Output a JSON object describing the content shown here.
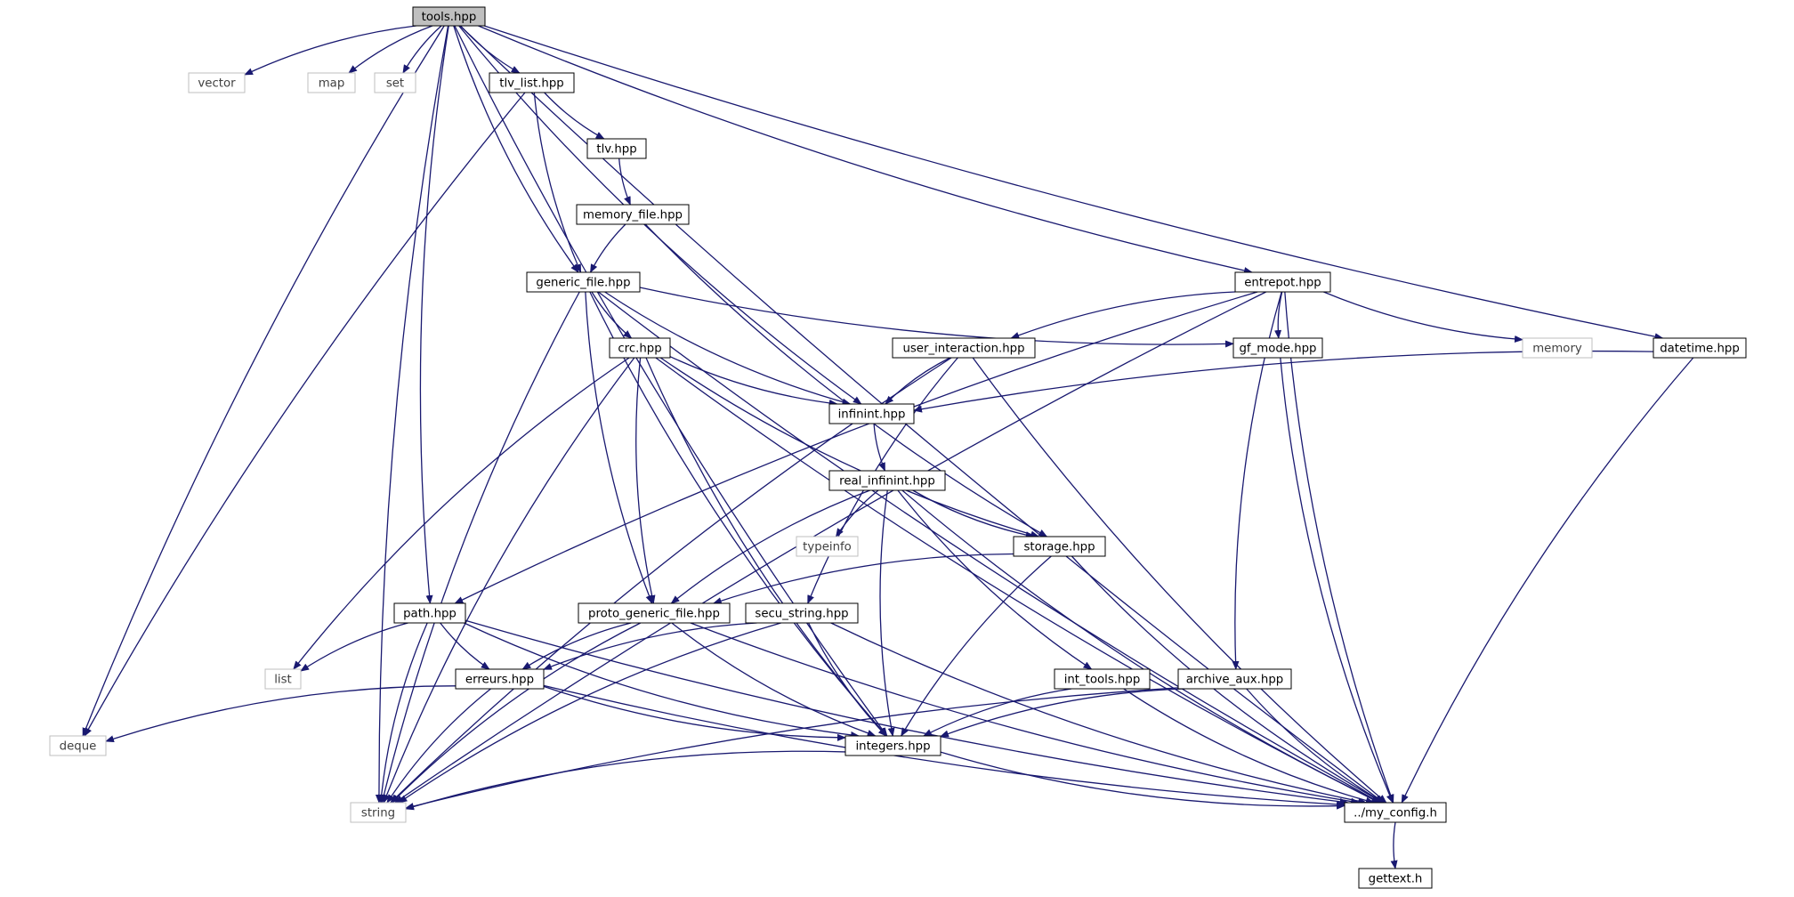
{
  "nodes": [
    {
      "id": "tools",
      "label": "tools.hpp",
      "kind": "root"
    },
    {
      "id": "vector",
      "label": "vector",
      "kind": "std"
    },
    {
      "id": "map",
      "label": "map",
      "kind": "std"
    },
    {
      "id": "set",
      "label": "set",
      "kind": "std"
    },
    {
      "id": "tlv_list",
      "label": "tlv_list.hpp",
      "kind": "file"
    },
    {
      "id": "tlv",
      "label": "tlv.hpp",
      "kind": "file"
    },
    {
      "id": "memory_file",
      "label": "memory_file.hpp",
      "kind": "file"
    },
    {
      "id": "generic_file",
      "label": "generic_file.hpp",
      "kind": "file"
    },
    {
      "id": "entrepot",
      "label": "entrepot.hpp",
      "kind": "file"
    },
    {
      "id": "user_interaction",
      "label": "user_interaction.hpp",
      "kind": "file"
    },
    {
      "id": "gf_mode",
      "label": "gf_mode.hpp",
      "kind": "file"
    },
    {
      "id": "memory",
      "label": "memory",
      "kind": "std"
    },
    {
      "id": "datetime",
      "label": "datetime.hpp",
      "kind": "file"
    },
    {
      "id": "crc",
      "label": "crc.hpp",
      "kind": "file"
    },
    {
      "id": "infinint",
      "label": "infinint.hpp",
      "kind": "file"
    },
    {
      "id": "real_infinint",
      "label": "real_infinint.hpp",
      "kind": "file"
    },
    {
      "id": "typeinfo",
      "label": "typeinfo",
      "kind": "std"
    },
    {
      "id": "storage",
      "label": "storage.hpp",
      "kind": "file"
    },
    {
      "id": "path",
      "label": "path.hpp",
      "kind": "file"
    },
    {
      "id": "proto_generic_file",
      "label": "proto_generic_file.hpp",
      "kind": "file"
    },
    {
      "id": "secu_string",
      "label": "secu_string.hpp",
      "kind": "file"
    },
    {
      "id": "list",
      "label": "list",
      "kind": "std"
    },
    {
      "id": "erreurs",
      "label": "erreurs.hpp",
      "kind": "file"
    },
    {
      "id": "int_tools",
      "label": "int_tools.hpp",
      "kind": "file"
    },
    {
      "id": "archive_aux",
      "label": "archive_aux.hpp",
      "kind": "file"
    },
    {
      "id": "deque",
      "label": "deque",
      "kind": "std"
    },
    {
      "id": "integers",
      "label": "integers.hpp",
      "kind": "file"
    },
    {
      "id": "string",
      "label": "string",
      "kind": "std"
    },
    {
      "id": "my_config",
      "label": "../my_config.h",
      "kind": "file"
    },
    {
      "id": "gettext",
      "label": "gettext.h",
      "kind": "file"
    }
  ],
  "edges": [
    [
      "tools",
      "vector"
    ],
    [
      "tools",
      "map"
    ],
    [
      "tools",
      "set"
    ],
    [
      "tools",
      "tlv_list"
    ],
    [
      "tools",
      "deque"
    ],
    [
      "tools",
      "string"
    ],
    [
      "tools",
      "path"
    ],
    [
      "tools",
      "generic_file"
    ],
    [
      "tools",
      "infinint"
    ],
    [
      "tools",
      "integers"
    ],
    [
      "tools",
      "entrepot"
    ],
    [
      "tools",
      "datetime"
    ],
    [
      "tools",
      "my_config"
    ],
    [
      "tlv_list",
      "tlv"
    ],
    [
      "tlv_list",
      "generic_file"
    ],
    [
      "tlv_list",
      "deque"
    ],
    [
      "tlv",
      "memory_file"
    ],
    [
      "memory_file",
      "generic_file"
    ],
    [
      "memory_file",
      "storage"
    ],
    [
      "generic_file",
      "crc"
    ],
    [
      "generic_file",
      "infinint"
    ],
    [
      "generic_file",
      "gf_mode"
    ],
    [
      "generic_file",
      "proto_generic_file"
    ],
    [
      "generic_file",
      "integers"
    ],
    [
      "generic_file",
      "my_config"
    ],
    [
      "generic_file",
      "string"
    ],
    [
      "entrepot",
      "user_interaction"
    ],
    [
      "entrepot",
      "gf_mode"
    ],
    [
      "entrepot",
      "memory"
    ],
    [
      "entrepot",
      "path"
    ],
    [
      "entrepot",
      "archive_aux"
    ],
    [
      "entrepot",
      "my_config"
    ],
    [
      "entrepot",
      "string"
    ],
    [
      "user_interaction",
      "infinint"
    ],
    [
      "user_interaction",
      "secu_string"
    ],
    [
      "user_interaction",
      "string"
    ],
    [
      "user_interaction",
      "my_config"
    ],
    [
      "gf_mode",
      "my_config"
    ],
    [
      "datetime",
      "infinint"
    ],
    [
      "datetime",
      "my_config"
    ],
    [
      "crc",
      "infinint"
    ],
    [
      "crc",
      "storage"
    ],
    [
      "crc",
      "proto_generic_file"
    ],
    [
      "crc",
      "integers"
    ],
    [
      "crc",
      "list"
    ],
    [
      "crc",
      "string"
    ],
    [
      "crc",
      "my_config"
    ],
    [
      "infinint",
      "real_infinint"
    ],
    [
      "real_infinint",
      "typeinfo"
    ],
    [
      "real_infinint",
      "storage"
    ],
    [
      "real_infinint",
      "proto_generic_file"
    ],
    [
      "real_infinint",
      "int_tools"
    ],
    [
      "real_infinint",
      "integers"
    ],
    [
      "real_infinint",
      "my_config"
    ],
    [
      "storage",
      "proto_generic_file"
    ],
    [
      "storage",
      "integers"
    ],
    [
      "storage",
      "my_config"
    ],
    [
      "path",
      "list"
    ],
    [
      "path",
      "string"
    ],
    [
      "path",
      "erreurs"
    ],
    [
      "path",
      "integers"
    ],
    [
      "path",
      "my_config"
    ],
    [
      "proto_generic_file",
      "erreurs"
    ],
    [
      "proto_generic_file",
      "string"
    ],
    [
      "proto_generic_file",
      "integers"
    ],
    [
      "proto_generic_file",
      "my_config"
    ],
    [
      "secu_string",
      "erreurs"
    ],
    [
      "secu_string",
      "string"
    ],
    [
      "secu_string",
      "integers"
    ],
    [
      "secu_string",
      "my_config"
    ],
    [
      "erreurs",
      "deque"
    ],
    [
      "erreurs",
      "string"
    ],
    [
      "erreurs",
      "integers"
    ],
    [
      "erreurs",
      "my_config"
    ],
    [
      "int_tools",
      "integers"
    ],
    [
      "int_tools",
      "my_config"
    ],
    [
      "archive_aux",
      "integers"
    ],
    [
      "archive_aux",
      "string"
    ],
    [
      "archive_aux",
      "my_config"
    ],
    [
      "integers",
      "string"
    ],
    [
      "integers",
      "my_config"
    ],
    [
      "my_config",
      "gettext"
    ]
  ],
  "colors": {
    "edge": "#191970",
    "node_border": "#000000",
    "std_border": "#bfbfbf",
    "std_text": "#404040",
    "root_fill": "#bfbfbf",
    "node_fill": "#ffffff"
  }
}
